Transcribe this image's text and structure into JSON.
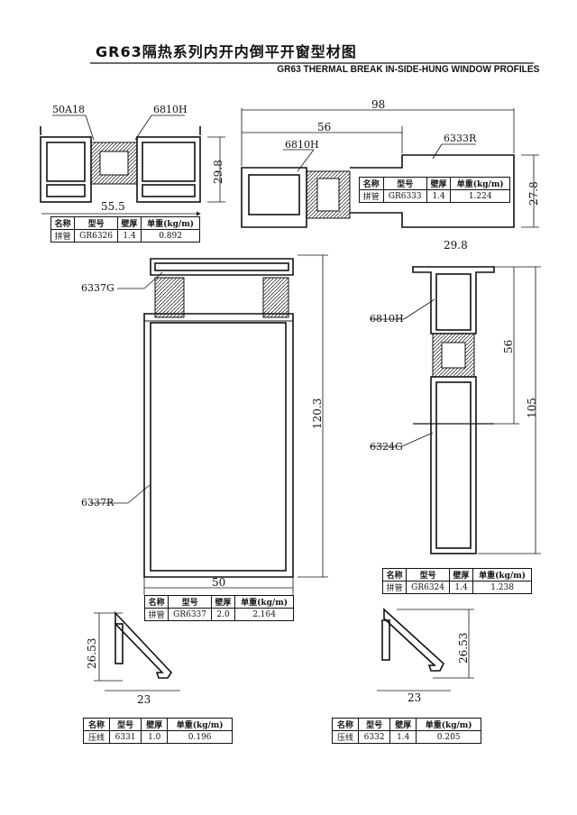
{
  "header": {
    "title": "GR63隔热系列内开内倒平开窗型材图",
    "subtitle": "GR63 THERMAL BREAK IN-SIDE-HUNG WINDOW PROFILES"
  },
  "table_headers": [
    "名称",
    "型号",
    "壁厚",
    "单重(kg/m)"
  ],
  "profiles": {
    "p6326": {
      "labels": [
        "50A18",
        "6810H"
      ],
      "dims": [
        "29.8",
        "55.5"
      ],
      "spec": [
        "拼管",
        "GR6326",
        "1.4",
        "0.892"
      ]
    },
    "p6333": {
      "labels": [
        "6810H",
        "6333R"
      ],
      "dims": [
        "98",
        "56",
        "27.8"
      ],
      "spec": [
        "拼管",
        "GR6333",
        "1.4",
        "1.224"
      ]
    },
    "p6337": {
      "labels": [
        "6337G",
        "6337R"
      ],
      "dims": [
        "120.3",
        "50"
      ],
      "spec": [
        "拼管",
        "GR6337",
        "2.0",
        "2.164"
      ]
    },
    "p6324": {
      "labels": [
        "6810H",
        "6324G"
      ],
      "dims": [
        "29.8",
        "56",
        "105"
      ],
      "spec": [
        "拼管",
        "GR6324",
        "1.4",
        "1.238"
      ]
    },
    "p6331": {
      "dims": [
        "26.53",
        "23"
      ],
      "spec": [
        "压线",
        "6331",
        "1.0",
        "0.196"
      ]
    },
    "p6332": {
      "dims": [
        "26.53",
        "23"
      ],
      "spec": [
        "压线",
        "6332",
        "1.4",
        "0.205"
      ]
    }
  }
}
